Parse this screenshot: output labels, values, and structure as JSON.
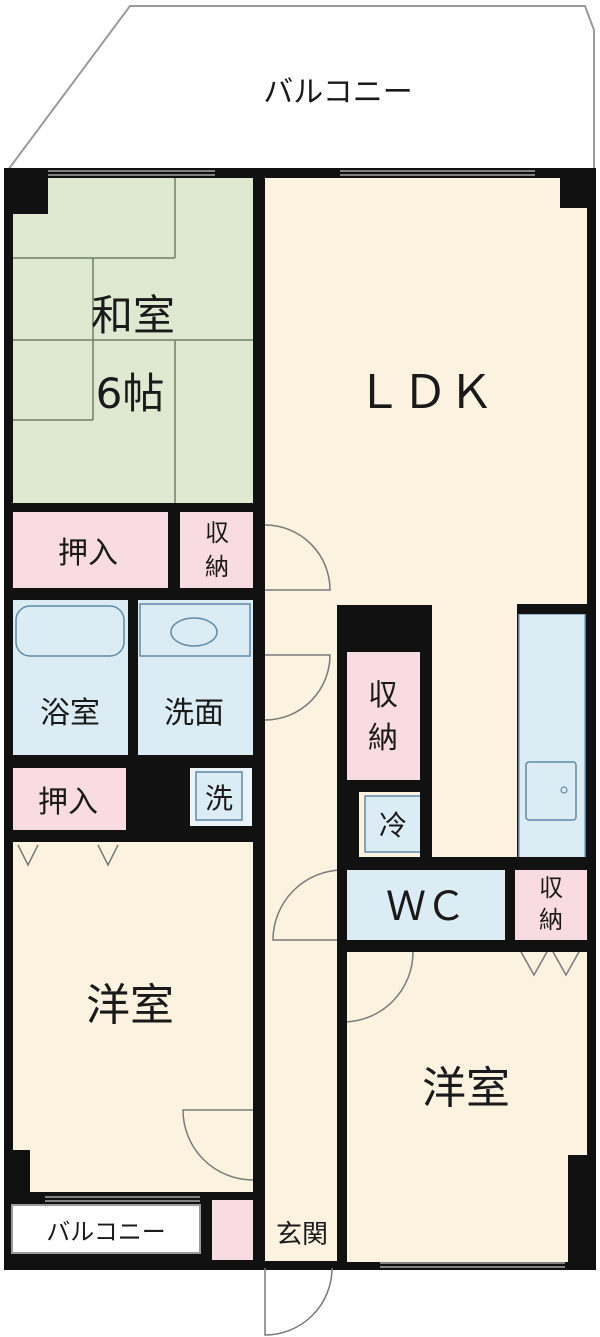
{
  "rooms": {
    "balcony_top": "バルコニー",
    "washitsu_line1": "和室",
    "washitsu_line2": "6帖",
    "ldk": "ＬＤＫ",
    "oshiire_top": "押入",
    "shuno_top_line1": "収",
    "shuno_top_line2": "納",
    "bath": "浴室",
    "washroom": "洗面",
    "oshiire_mid": "押入",
    "sentaku": "洗",
    "shuno_mid_line1": "収",
    "shuno_mid_line2": "納",
    "fridge": "冷",
    "wc": "ＷＣ",
    "shuno_right_line1": "収",
    "shuno_right_line2": "納",
    "youshitsu_left": "洋室",
    "youshitsu_right": "洋室",
    "balcony_bottom": "バルコニー",
    "entrance": "玄関"
  },
  "colors": {
    "tatami": "#dfe9d2",
    "floor": "#fbf2e0",
    "storage": "#f9dbe3",
    "water": "#dcecf5",
    "wall": "#111111"
  }
}
